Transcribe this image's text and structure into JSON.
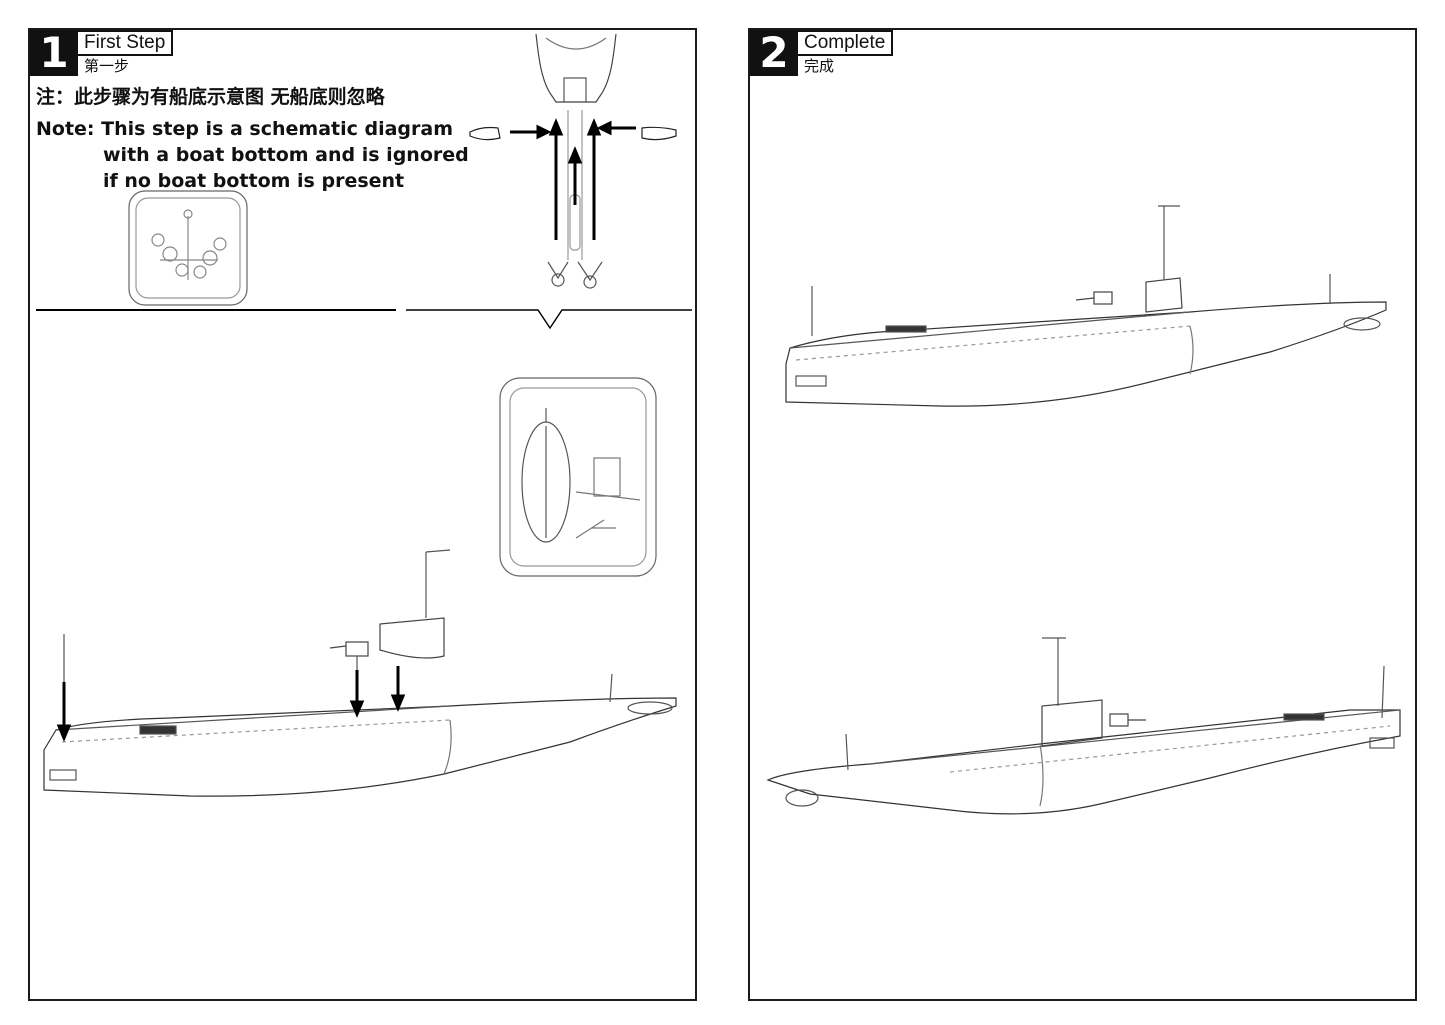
{
  "step1": {
    "number": "1",
    "title": "First Step",
    "subtitle": "第一步",
    "note_cn": "注：此步骤为有船底示意图 无船底则忽略",
    "note_en": [
      "Note: This step is a schematic diagram",
      "with a boat bottom and is ignored",
      "if no boat bottom is present"
    ]
  },
  "step2": {
    "number": "2",
    "title": "Complete",
    "subtitle": "完成"
  }
}
